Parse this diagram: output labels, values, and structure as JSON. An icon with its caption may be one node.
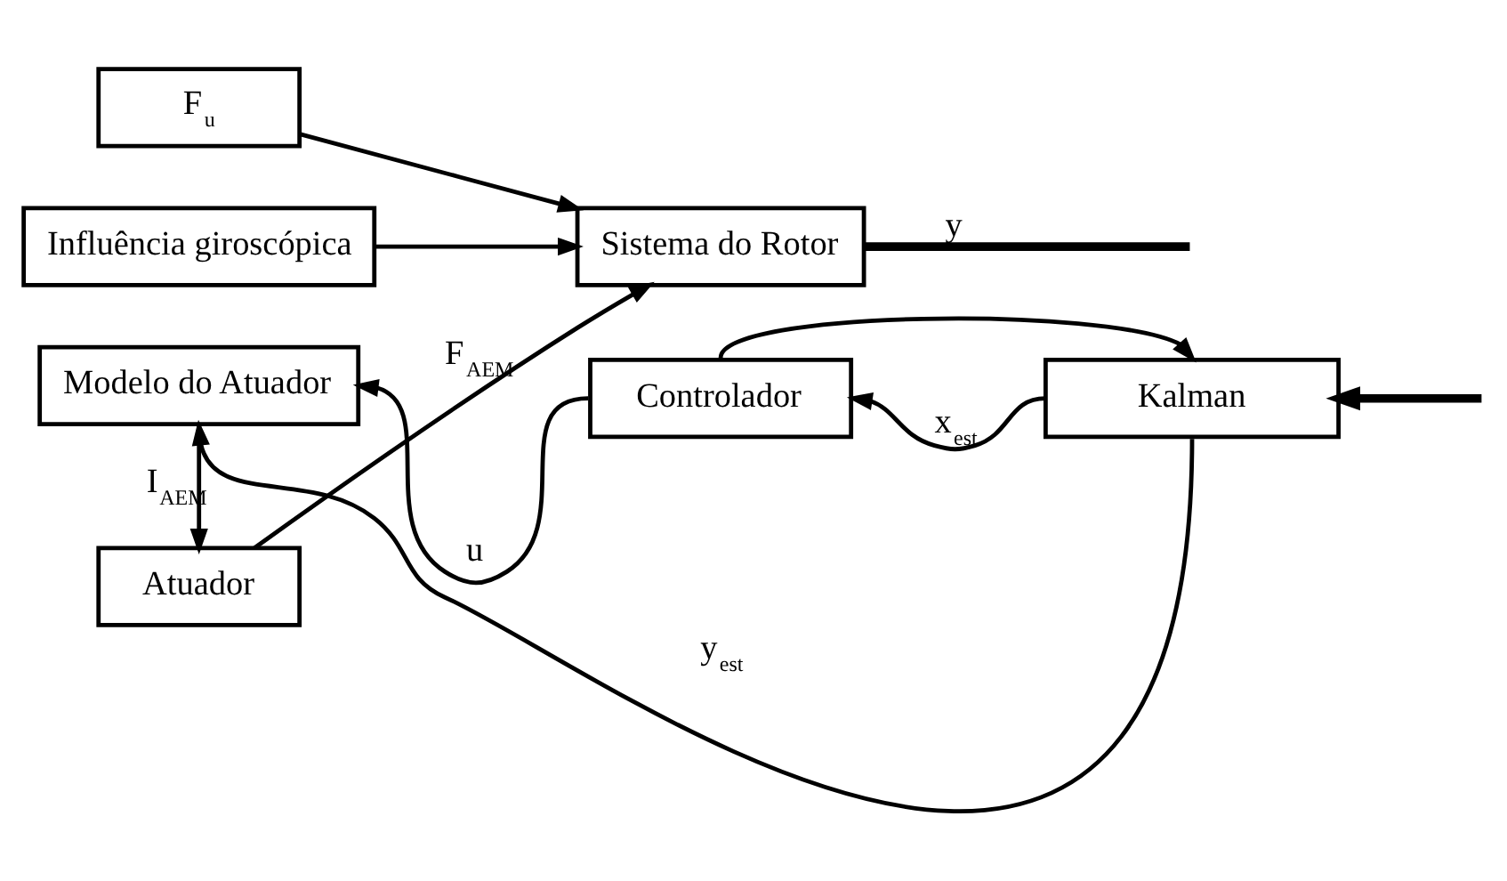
{
  "diagram": {
    "nodes": [
      {
        "text": [
          "Atuador"
        ]
      },
      {
        "text": [
          "F$_{u}$"
        ]
      },
      {
        "text": [
          "Influência giroscópica"
        ]
      },
      {
        "text": [
          "Sistema do Rotor"
        ]
      },
      {
        "text": [
          "Modelo do Atuador"
        ]
      },
      {
        "text": [
          "Controlador"
        ]
      },
      {
        "text": [
          "Kalman"
        ]
      }
    ],
    "edges": [
      {
        "from": 0,
        "to": 3,
        "arrow": "to",
        "label": "F$_{AEM}$"
      },
      {
        "from": 1,
        "to": 3,
        "arrow": "to"
      },
      {
        "from": 2,
        "to": 3,
        "arrow": "to"
      },
      {
        "from": 3,
        "to": null,
        "arrow": "none",
        "label": "y",
        "style": "thick"
      },
      {
        "from": null,
        "to": 6,
        "arrow": "to",
        "style": "thick"
      },
      {
        "from": 6,
        "to": 5,
        "arrow": "to",
        "label": "x$_{est}$"
      },
      {
        "from": 5,
        "to": 4,
        "arrow": "to",
        "label": "u"
      },
      {
        "from": 5,
        "to": 6,
        "arrow": "to"
      },
      {
        "from": 6,
        "to": 4,
        "arrow": "to",
        "label": "y$_{est}$"
      },
      {
        "from": 4,
        "to": 0,
        "arrow": "to",
        "label": "I$_{AEM}$"
      }
    ]
  }
}
